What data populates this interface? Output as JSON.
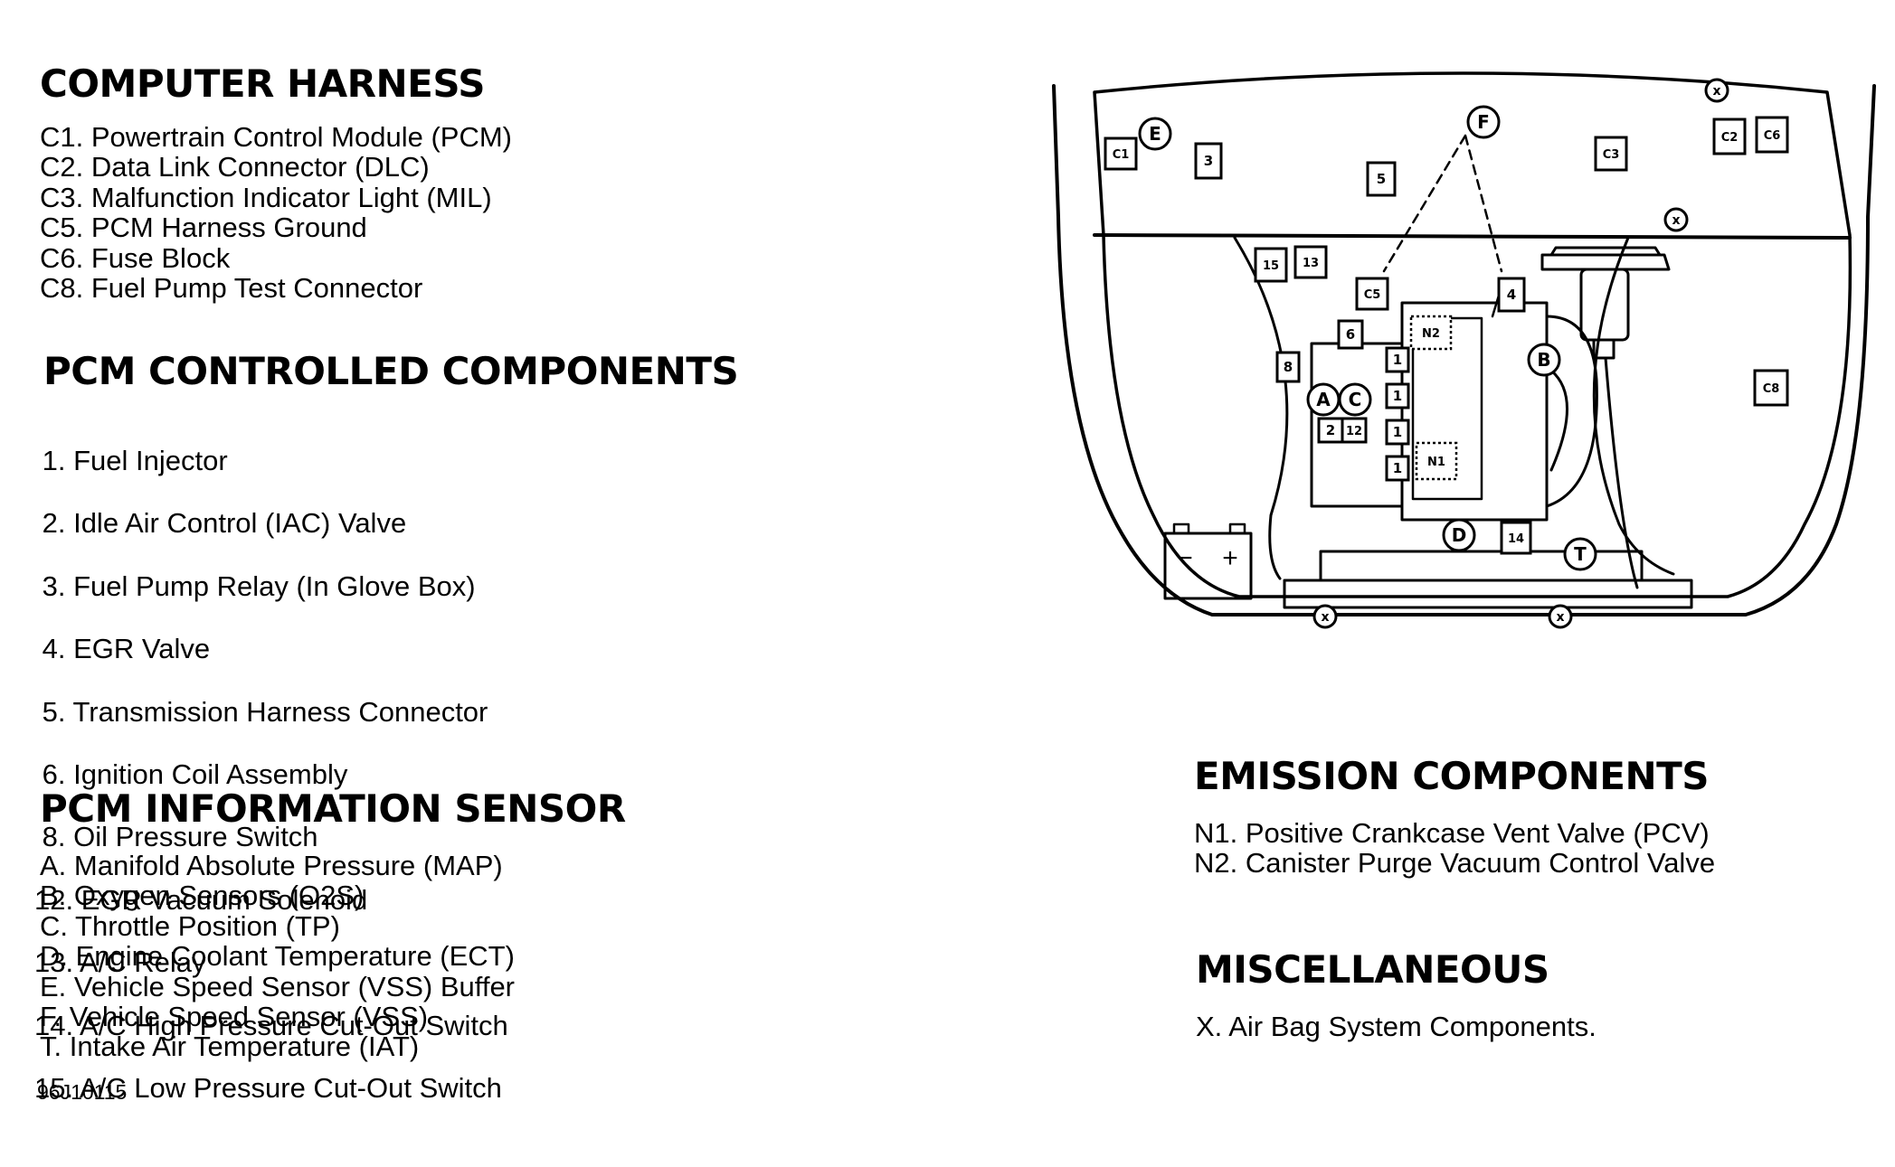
{
  "sections": {
    "computer_harness": {
      "heading": "COMPUTER HARNESS",
      "items": [
        "C1. Powertrain Control Module (PCM)",
        "C2. Data Link Connector (DLC)",
        "C3. Malfunction Indicator Light (MIL)",
        "C5. PCM Harness Ground",
        "C6. Fuse Block",
        "C8. Fuel Pump Test Connector"
      ]
    },
    "pcm_controlled": {
      "heading": "PCM CONTROLLED COMPONENTS",
      "items": [
        " 1. Fuel Injector",
        " 2. Idle Air Control (IAC) Valve",
        " 3. Fuel Pump Relay (In Glove Box)",
        " 4. EGR Valve",
        " 5. Transmission Harness Connector",
        " 6. Ignition Coil Assembly",
        " 8. Oil Pressure Switch",
        "12. EGR Vacuum Solenoid",
        "13. A/C Relay",
        "14. A/C High Pressure Cut-Out Switch",
        "15. A/C Low Pressure Cut-Out Switch"
      ]
    },
    "pcm_information": {
      "heading": "PCM INFORMATION SENSOR",
      "items": [
        "A. Manifold Absolute Pressure (MAP)",
        "B. Oxygen Sensors (O2S)",
        "C. Throttle Position (TP)",
        "D. Engine Coolant Temperature (ECT)",
        "E. Vehicle Speed Sensor (VSS) Buffer",
        "F. Vehicle Speed Sensor (VSS)",
        "T. Intake Air Temperature (IAT)"
      ]
    },
    "emission": {
      "heading": "EMISSION COMPONENTS",
      "items": [
        "N1. Positive Crankcase Vent Valve (PCV)",
        "N2. Canister Purge Vacuum Control Valve"
      ]
    },
    "misc": {
      "heading": "MISCELLANEOUS",
      "items": [
        "X. Air Bag System Components."
      ]
    }
  },
  "figure_code": "96J10115",
  "diagram": {
    "square_labels": [
      "C1",
      "3",
      "5",
      "C3",
      "C2",
      "C6",
      "15",
      "13",
      "C5",
      "4",
      "6",
      "8",
      "1",
      "1",
      "1",
      "1",
      "2",
      "12",
      "C8",
      "14"
    ],
    "circle_labels": [
      "E",
      "F",
      "X",
      "X",
      "B",
      "A",
      "C",
      "D",
      "T",
      "X",
      "X"
    ],
    "dotted_labels": [
      "N2",
      "N1"
    ],
    "battery_signs": [
      "−",
      "+"
    ]
  }
}
